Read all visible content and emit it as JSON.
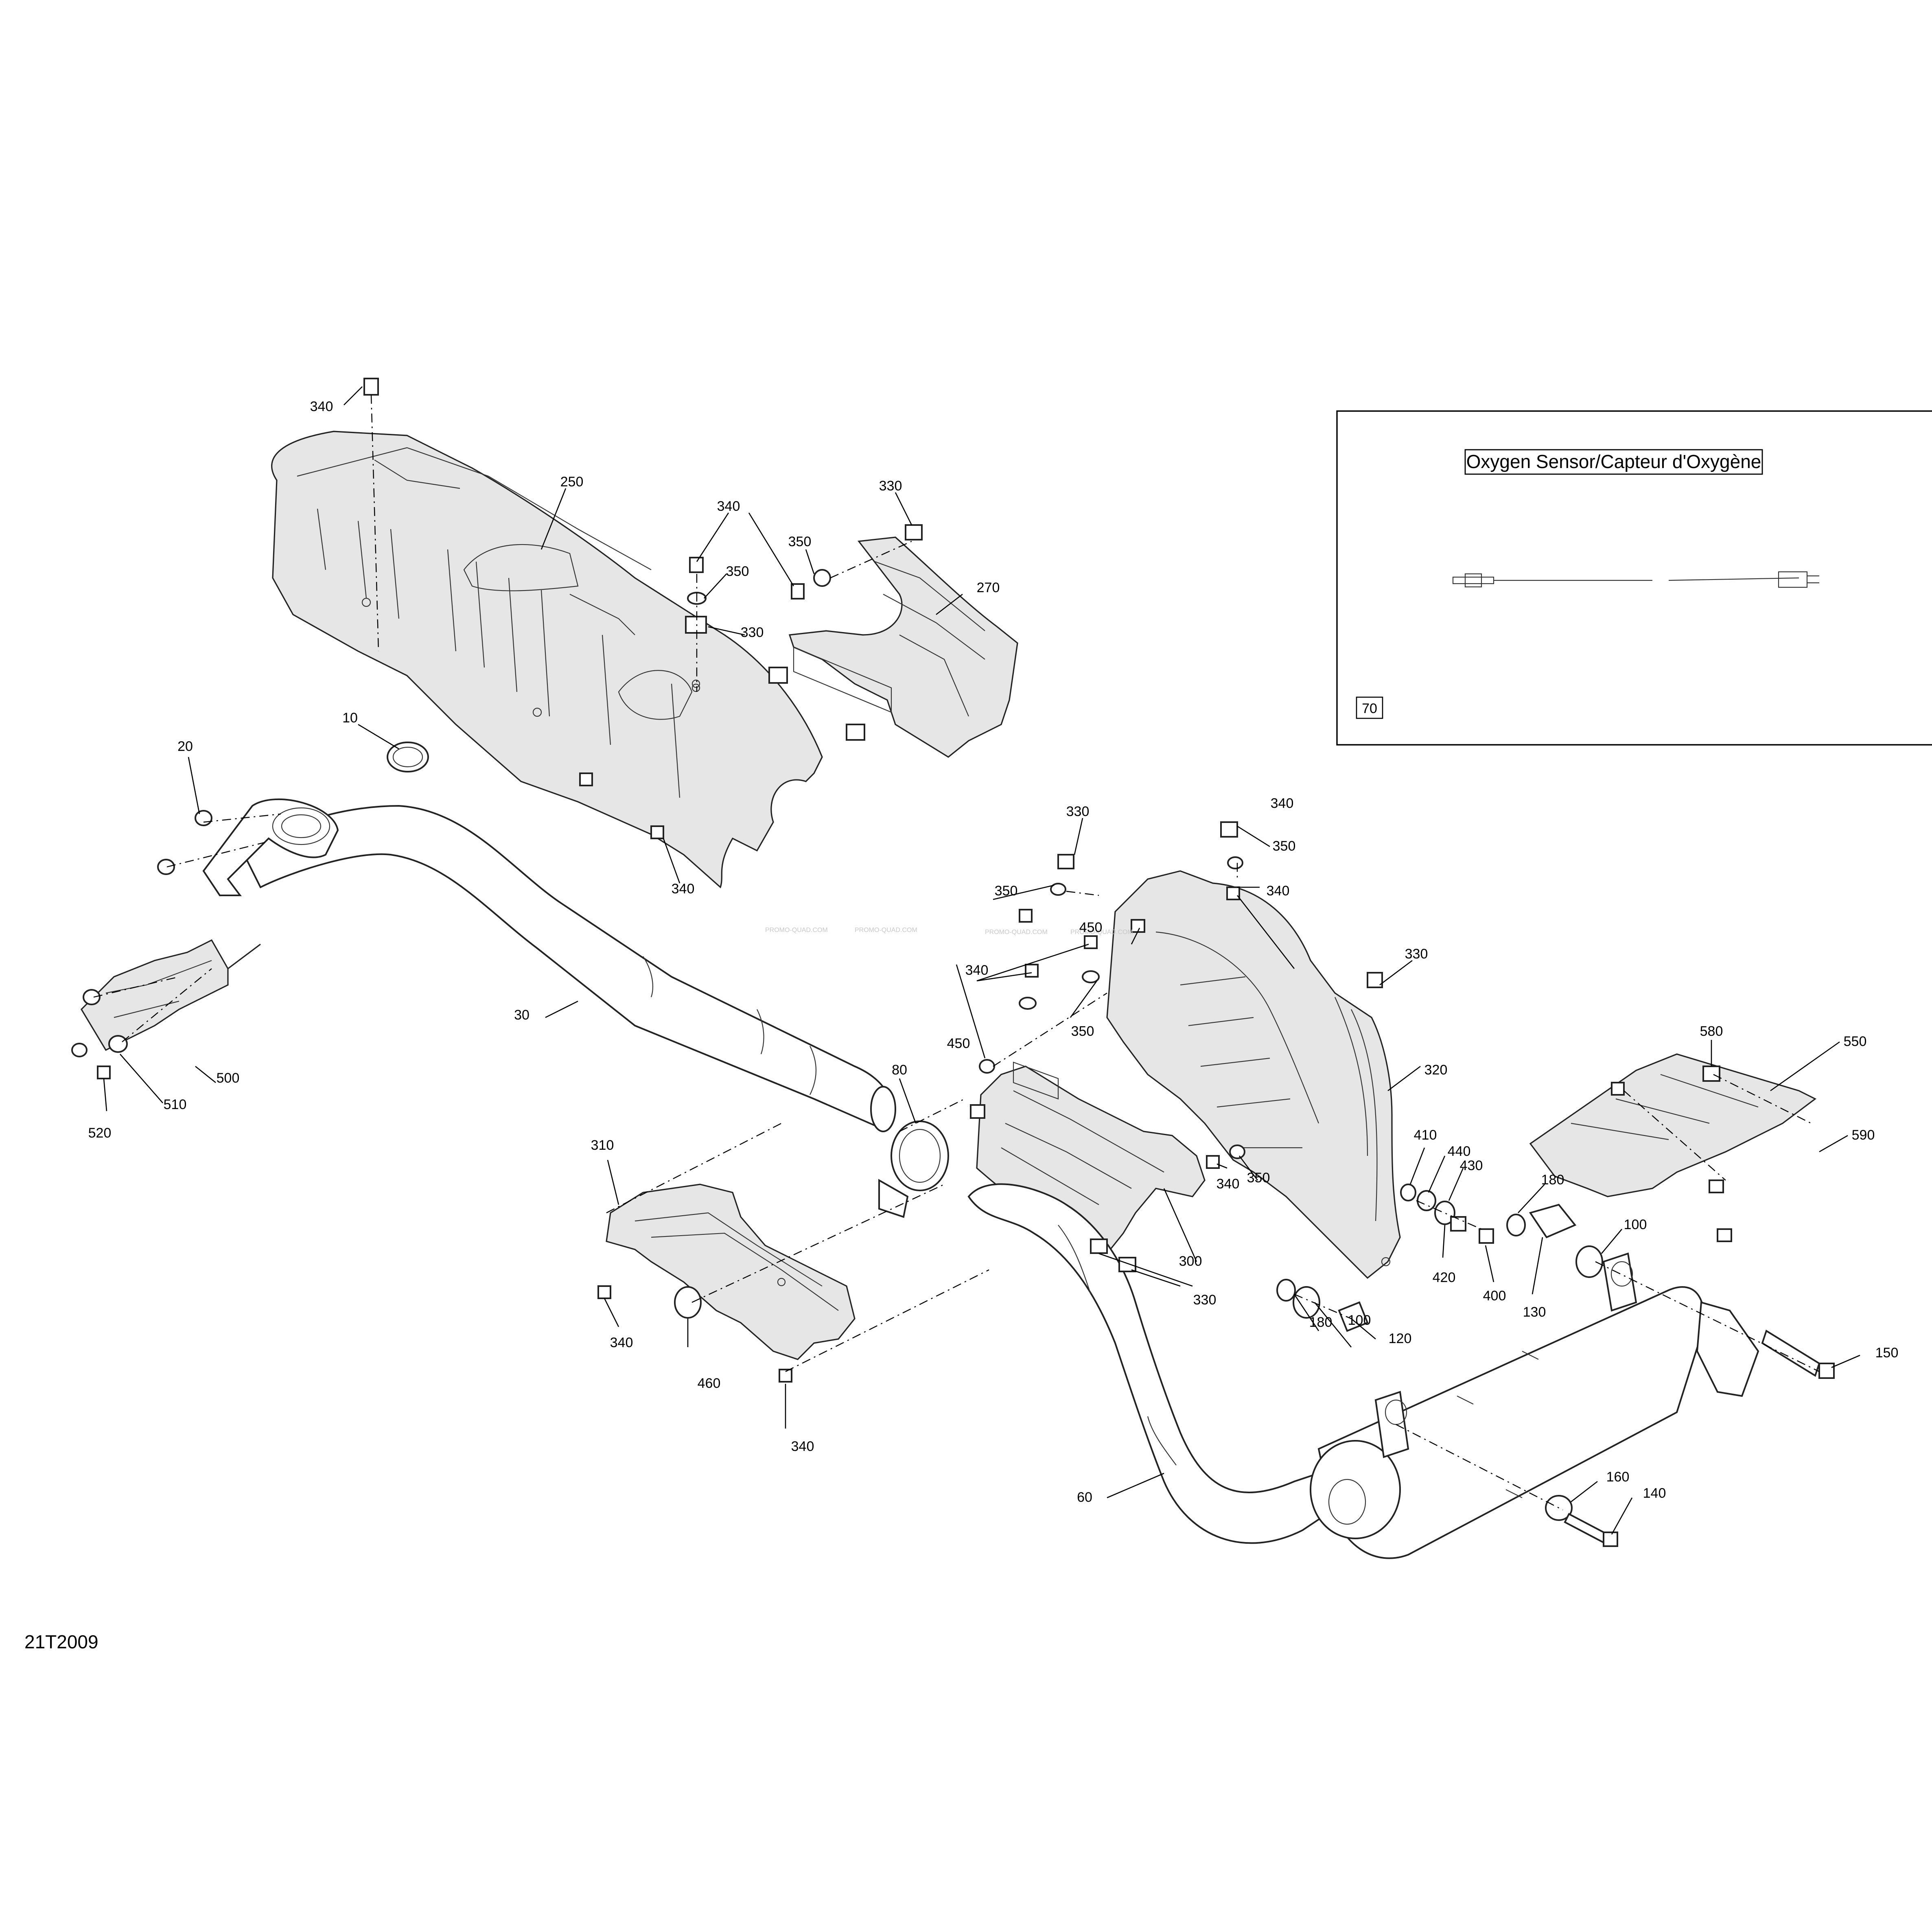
{
  "diagram_code": "21T2009",
  "inset": {
    "title": "Oxygen Sensor/Capteur d'Oxygène",
    "part_number": "70"
  },
  "watermark": "PROMO-QUAD.COM",
  "callouts": [
    "340",
    "250",
    "330",
    "340",
    "350",
    "350",
    "330",
    "270",
    "20",
    "10",
    "340",
    "30",
    "500",
    "510",
    "520",
    "340",
    "350",
    "330",
    "350",
    "340",
    "450",
    "340",
    "450",
    "350",
    "330",
    "320",
    "80",
    "310",
    "300",
    "330",
    "340",
    "350",
    "340",
    "460",
    "340",
    "410",
    "440",
    "430",
    "420",
    "400",
    "180",
    "130",
    "100",
    "580",
    "550",
    "590",
    "180",
    "100",
    "120",
    "150",
    "60",
    "160",
    "140"
  ]
}
